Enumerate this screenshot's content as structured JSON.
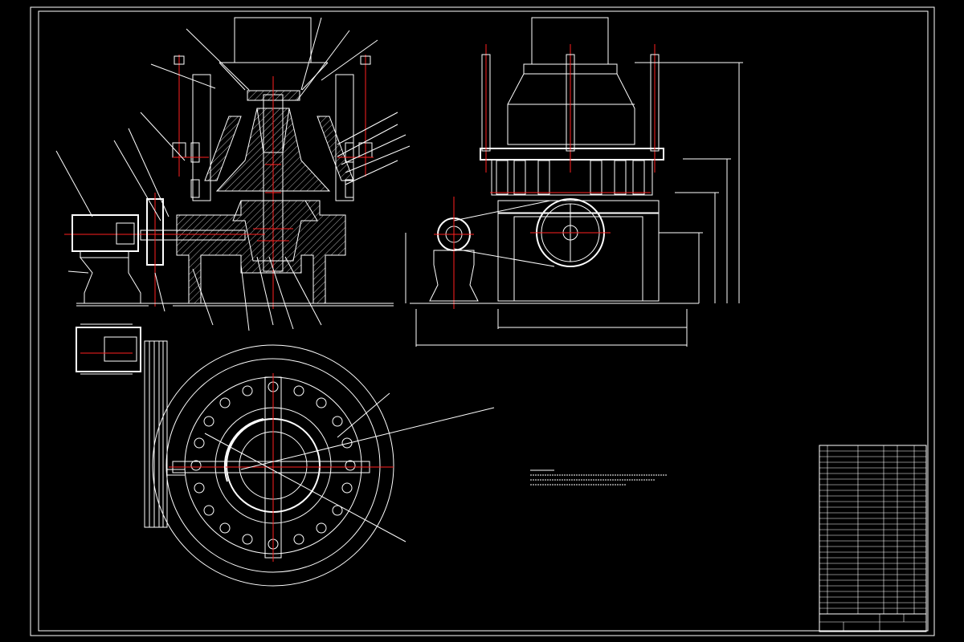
{
  "colors": {
    "background": "#000000",
    "lines": "#ffffff",
    "centerlines": "#ff2020",
    "dimensions": "#ffff00",
    "hidden": "#00ffff"
  },
  "views": [
    {
      "id": "main-section-view",
      "name": "section"
    },
    {
      "id": "side-elevation-view",
      "name": "elevation"
    },
    {
      "id": "plan-view",
      "name": "plan"
    }
  ],
  "tech_notes": {
    "lines": [
      "",
      "",
      "",
      ""
    ]
  },
  "title_block": {
    "rows": 30
  },
  "icons": {
    "motor": "motor-icon",
    "pulley": "pulley-icon"
  }
}
